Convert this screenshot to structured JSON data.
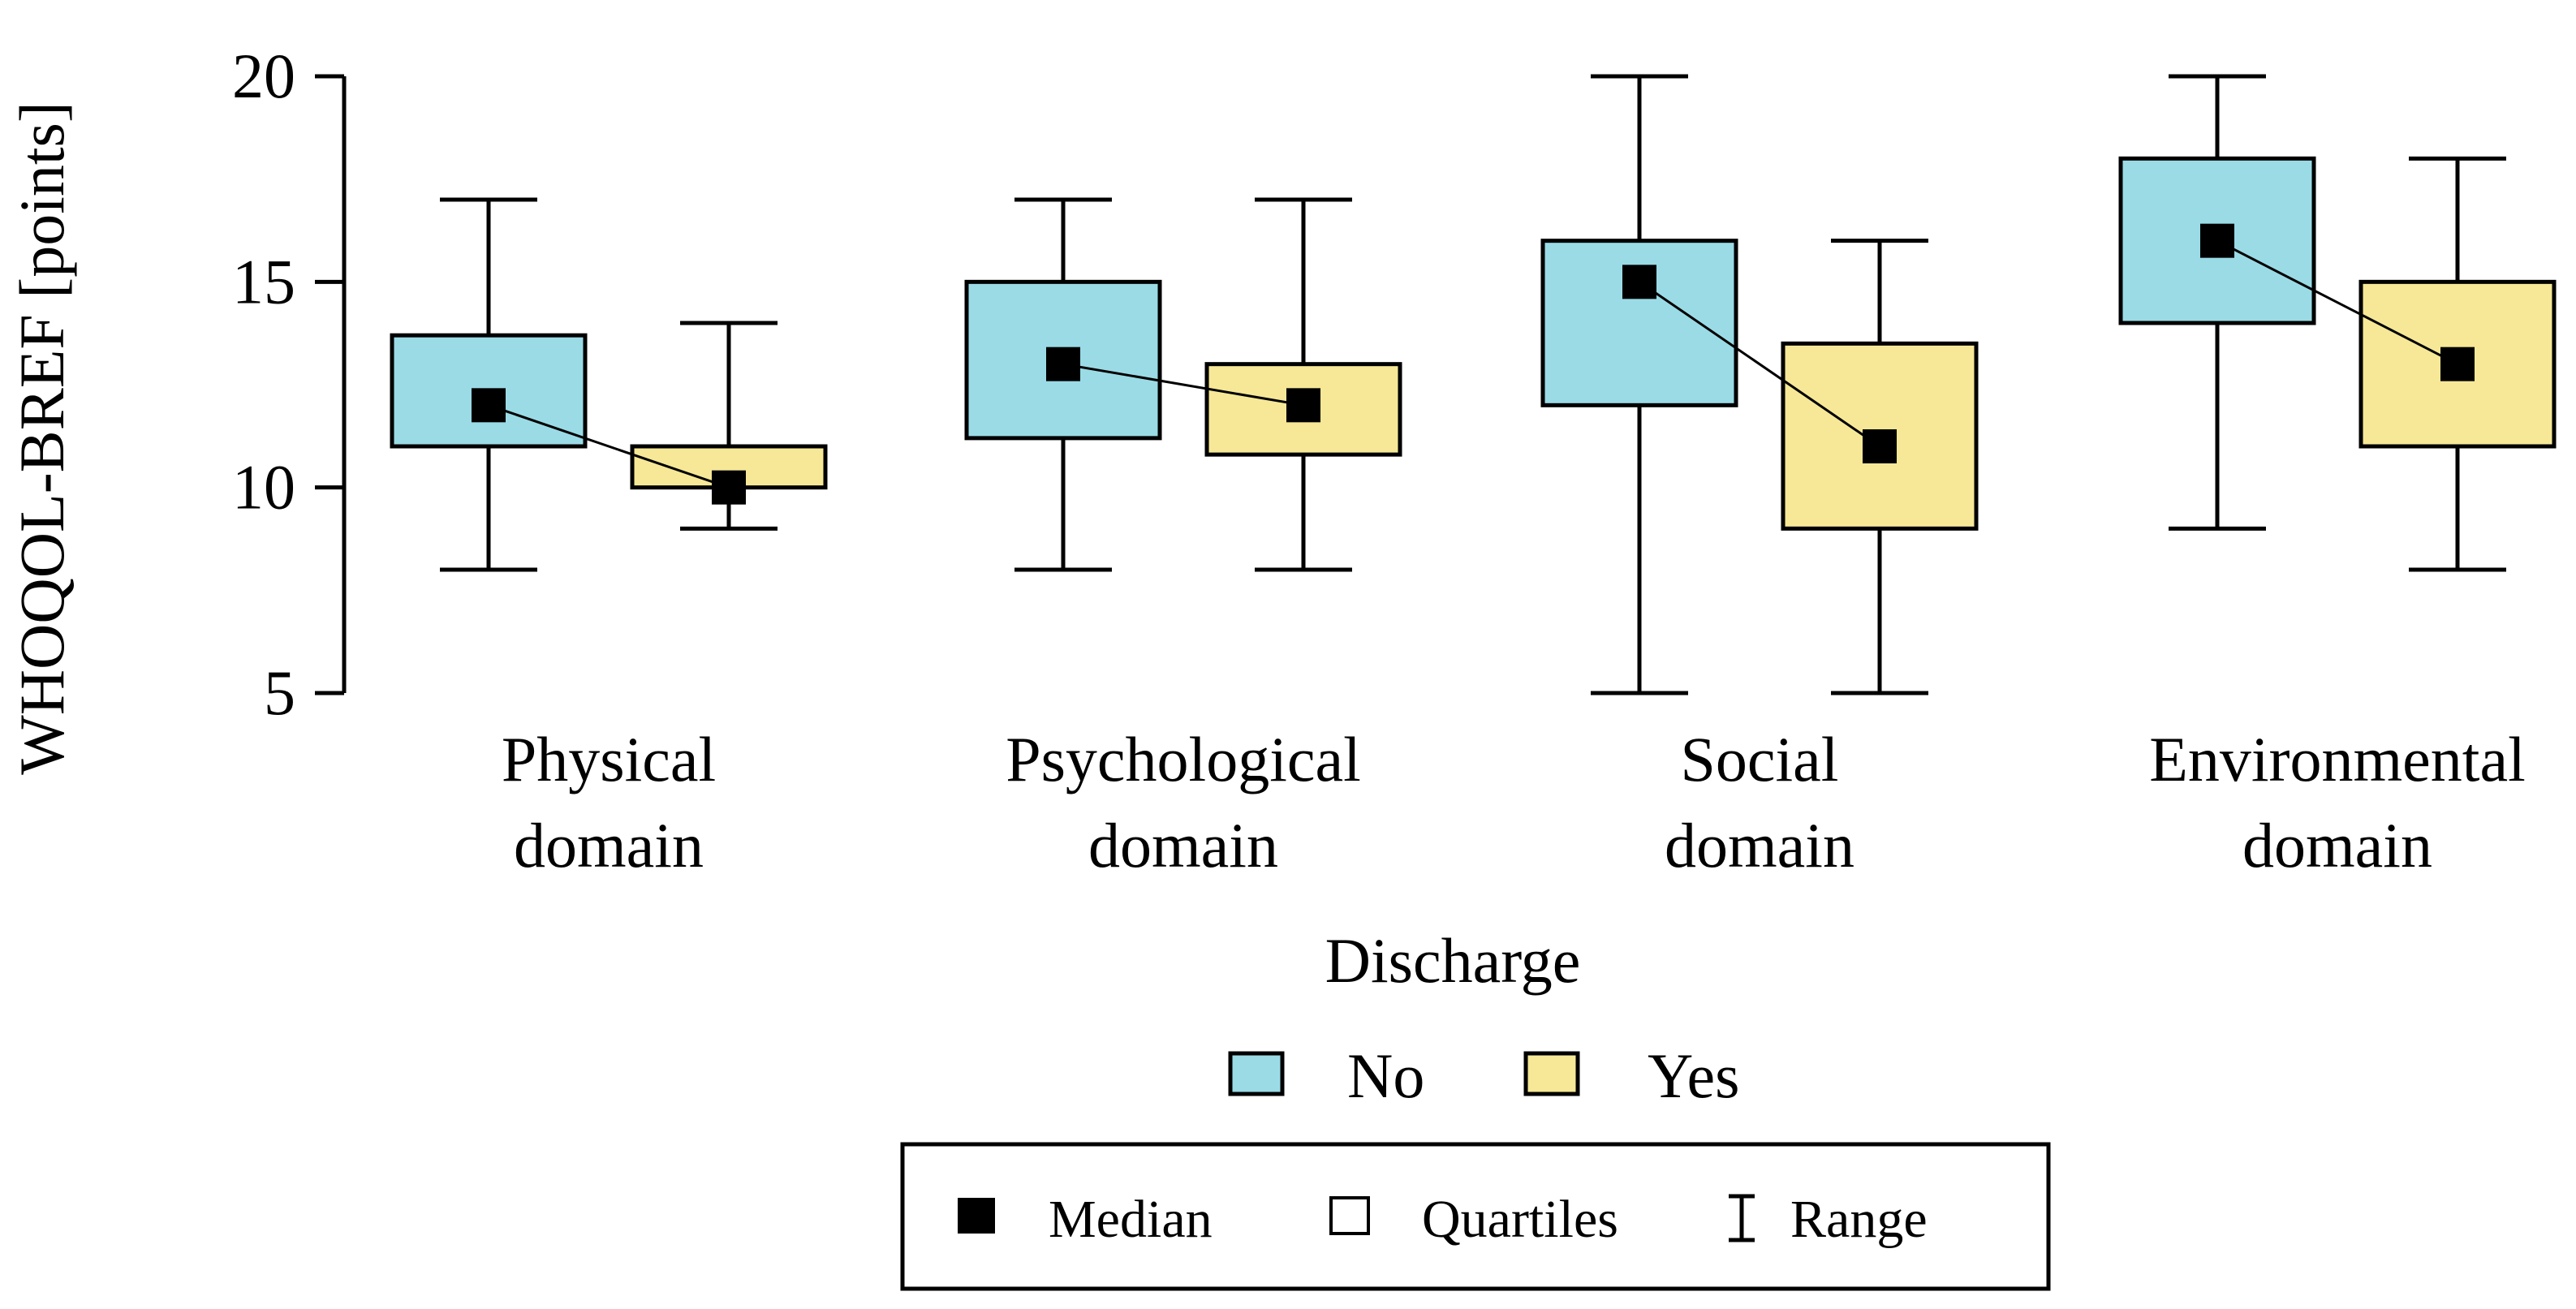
{
  "chart_data": {
    "type": "boxplot",
    "ylabel": "WHOQOL-BREF  [points]",
    "ylim": [
      5,
      20
    ],
    "yticks": [
      5,
      10,
      15,
      20
    ],
    "categories": [
      [
        "Physical",
        "domain"
      ],
      [
        "Psychological",
        "domain"
      ],
      [
        "Social",
        "domain"
      ],
      [
        "Environmental",
        "domain"
      ]
    ],
    "legend_title": "Discharge",
    "series": [
      {
        "name": "No",
        "color": "#9adbe6",
        "values": [
          {
            "min": 8,
            "q1": 11,
            "median": 12,
            "q3": 13.7,
            "max": 17
          },
          {
            "min": 8,
            "q1": 11.2,
            "median": 13,
            "q3": 15,
            "max": 17
          },
          {
            "min": 5,
            "q1": 12,
            "median": 15,
            "q3": 16,
            "max": 20
          },
          {
            "min": 9,
            "q1": 14,
            "median": 16,
            "q3": 18,
            "max": 20
          }
        ]
      },
      {
        "name": "Yes",
        "color": "#f6e896",
        "values": [
          {
            "min": 9,
            "q1": 10,
            "median": 10,
            "q3": 11,
            "max": 14
          },
          {
            "min": 8,
            "q1": 10.8,
            "median": 12,
            "q3": 13,
            "max": 17
          },
          {
            "min": 5,
            "q1": 9,
            "median": 11,
            "q3": 13.5,
            "max": 16
          },
          {
            "min": 8,
            "q1": 11,
            "median": 13,
            "q3": 15,
            "max": 18
          }
        ]
      }
    ],
    "key": {
      "median": "Median",
      "quartiles": "Quartiles",
      "range": "Range"
    }
  }
}
